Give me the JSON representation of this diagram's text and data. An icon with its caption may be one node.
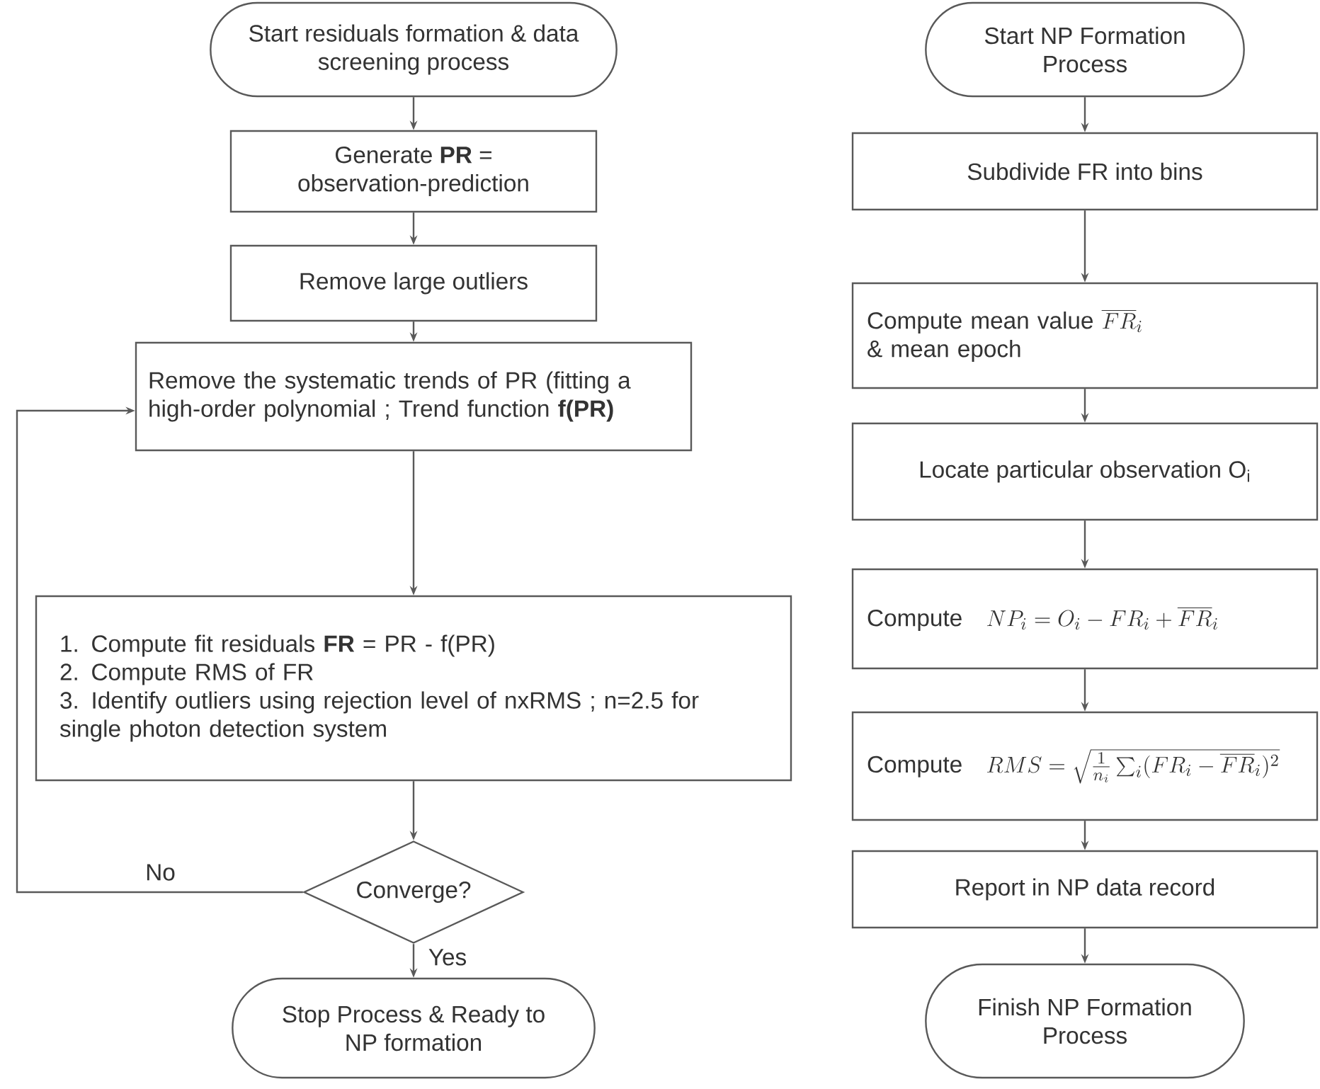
{
  "diagram": {
    "nodes": [
      {
        "text": [
          "Start residuals formation & data screening process"
        ]
      },
      {
        "text": [
          "Generate **PR** = observation-prediction"
        ]
      },
      {
        "text": [
          "Remove large outliers"
        ]
      },
      {
        "text": [
          "Remove the systematic trends of PR (fitting a high-order polynomial ; Trend function **f(PR)**"
        ]
      },
      {
        "text": [
          "1. Compute fit residuals **FR** = PR - f(PR)",
          "2. Compute RMS of FR",
          "3. Identify outliers using rejection level of nxRMS ; n=2.5 for single photon detection system"
        ]
      },
      {
        "text": [
          "Converge?"
        ]
      },
      {
        "text": [
          "Stop Process & Ready to NP formation"
        ]
      },
      {
        "text": [
          "Start NP Formation Process"
        ]
      },
      {
        "text": [
          "Subdivide FR into bins"
        ]
      },
      {
        "text": [
          "Compute mean value",
          "\\overline{FR}_i",
          "& mean epoch"
        ]
      },
      {
        "text": [
          "Locate particular observation O$_{i}$"
        ]
      },
      {
        "text": [
          "Compute",
          "NP_i = O_i - FR_i + \\overline{FR}_i"
        ]
      },
      {
        "text": [
          "Compute",
          "RMS = \\sqrt{\\frac{1}{n_i}\\sum_i (FR_i - \\overline{FR}_i)^2}"
        ]
      },
      {
        "text": [
          "Report in NP data record"
        ]
      },
      {
        "text": [
          "Finish NP Formation Process"
        ]
      }
    ],
    "edges": [
      {
        "from": 0,
        "to": 1,
        "arrow": "to"
      },
      {
        "from": 1,
        "to": 2,
        "arrow": "to"
      },
      {
        "from": 2,
        "to": 3,
        "arrow": "to"
      },
      {
        "from": 3,
        "to": 4,
        "arrow": "to"
      },
      {
        "from": 4,
        "to": 5,
        "arrow": "to"
      },
      {
        "from": 5,
        "to": 3,
        "arrow": "to",
        "label": "No"
      },
      {
        "from": 5,
        "to": 6,
        "arrow": "to",
        "label": "Yes"
      },
      {
        "from": 7,
        "to": 8,
        "arrow": "to"
      },
      {
        "from": 8,
        "to": 9,
        "arrow": "to"
      },
      {
        "from": 9,
        "to": 10,
        "arrow": "to"
      },
      {
        "from": 10,
        "to": 11,
        "arrow": "to"
      },
      {
        "from": 11,
        "to": 12,
        "arrow": "to"
      },
      {
        "from": 12,
        "to": 13,
        "arrow": "to"
      },
      {
        "from": 13,
        "to": 14,
        "arrow": "to"
      }
    ]
  }
}
